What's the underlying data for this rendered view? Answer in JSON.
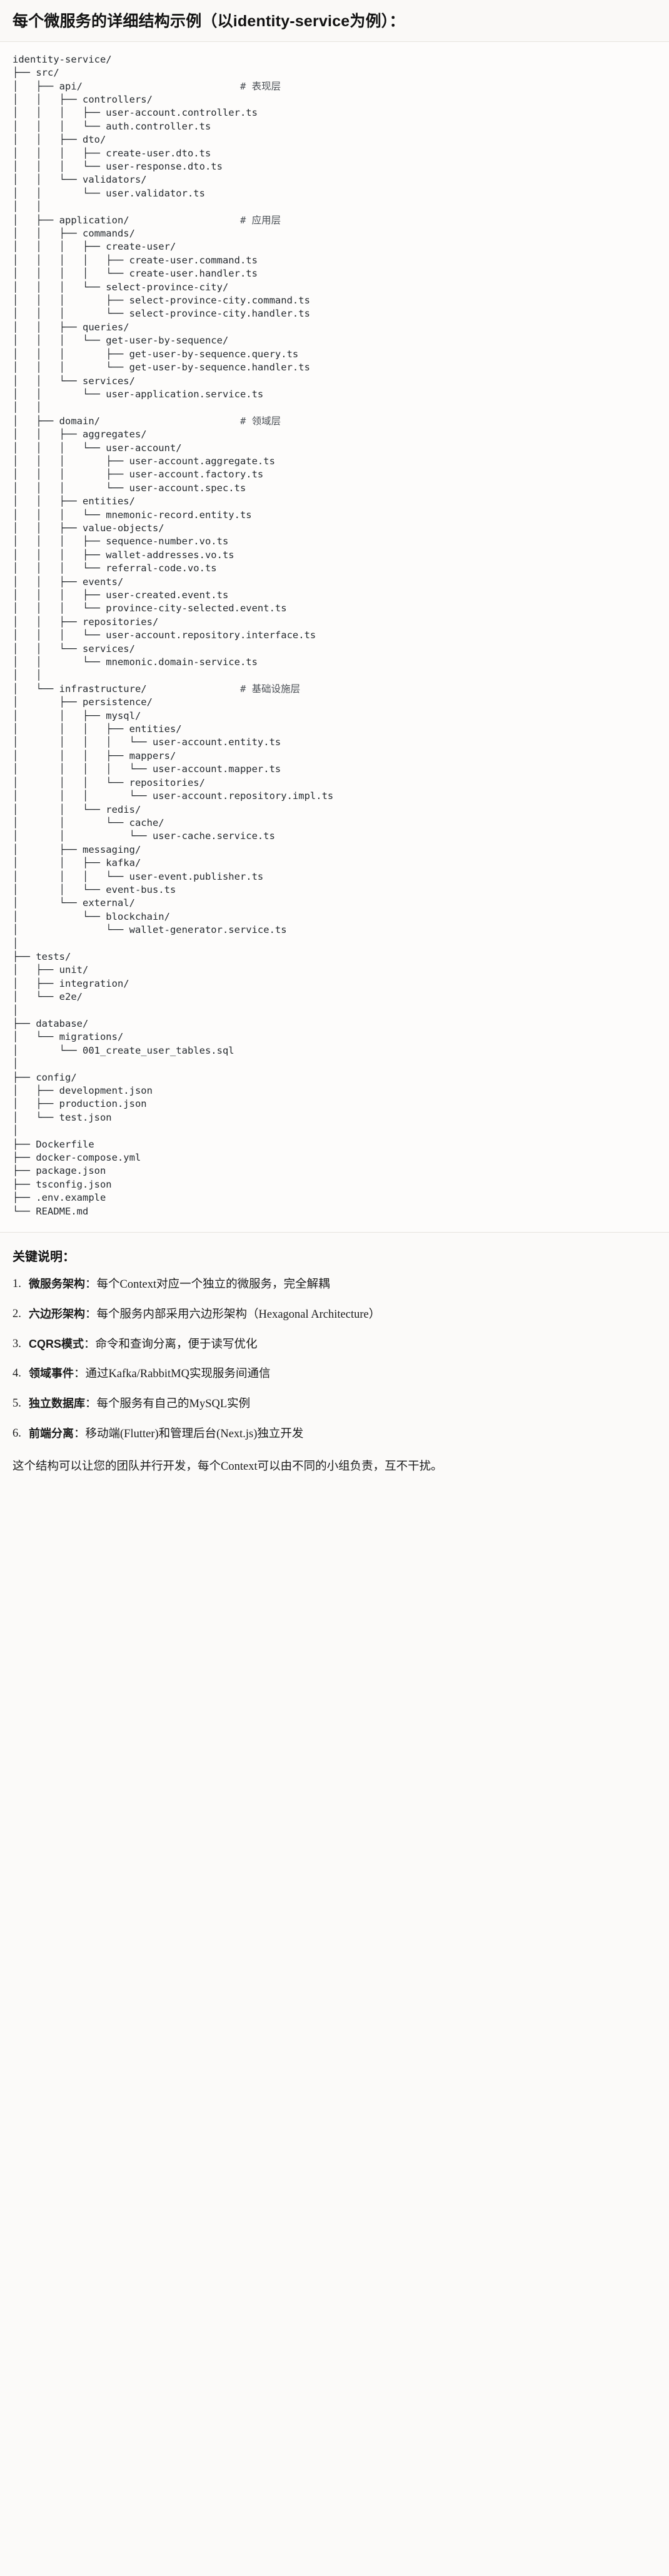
{
  "heading": "每个微服务的详细结构示例（以identity-service为例）：",
  "tree": {
    "root": "identity-service/",
    "lines": [
      "identity-service/",
      "├── src/",
      "│   ├── api/                           # 表现层",
      "│   │   ├── controllers/",
      "│   │   │   ├── user-account.controller.ts",
      "│   │   │   └── auth.controller.ts",
      "│   │   ├── dto/",
      "│   │   │   ├── create-user.dto.ts",
      "│   │   │   └── user-response.dto.ts",
      "│   │   └── validators/",
      "│   │       └── user.validator.ts",
      "│   │",
      "│   ├── application/                   # 应用层",
      "│   │   ├── commands/",
      "│   │   │   ├── create-user/",
      "│   │   │   │   ├── create-user.command.ts",
      "│   │   │   │   └── create-user.handler.ts",
      "│   │   │   └── select-province-city/",
      "│   │   │       ├── select-province-city.command.ts",
      "│   │   │       └── select-province-city.handler.ts",
      "│   │   ├── queries/",
      "│   │   │   └── get-user-by-sequence/",
      "│   │   │       ├── get-user-by-sequence.query.ts",
      "│   │   │       └── get-user-by-sequence.handler.ts",
      "│   │   └── services/",
      "│   │       └── user-application.service.ts",
      "│   │",
      "│   ├── domain/                        # 领域层",
      "│   │   ├── aggregates/",
      "│   │   │   └── user-account/",
      "│   │   │       ├── user-account.aggregate.ts",
      "│   │   │       ├── user-account.factory.ts",
      "│   │   │       └── user-account.spec.ts",
      "│   │   ├── entities/",
      "│   │   │   └── mnemonic-record.entity.ts",
      "│   │   ├── value-objects/",
      "│   │   │   ├── sequence-number.vo.ts",
      "│   │   │   ├── wallet-addresses.vo.ts",
      "│   │   │   └── referral-code.vo.ts",
      "│   │   ├── events/",
      "│   │   │   ├── user-created.event.ts",
      "│   │   │   └── province-city-selected.event.ts",
      "│   │   ├── repositories/",
      "│   │   │   └── user-account.repository.interface.ts",
      "│   │   └── services/",
      "│   │       └── mnemonic.domain-service.ts",
      "│   │",
      "│   └── infrastructure/                # 基础设施层",
      "│       ├── persistence/",
      "│       │   ├── mysql/",
      "│       │   │   ├── entities/",
      "│       │   │   │   └── user-account.entity.ts",
      "│       │   │   ├── mappers/",
      "│       │   │   │   └── user-account.mapper.ts",
      "│       │   │   └── repositories/",
      "│       │   │       └── user-account.repository.impl.ts",
      "│       │   └── redis/",
      "│       │       └── cache/",
      "│       │           └── user-cache.service.ts",
      "│       ├── messaging/",
      "│       │   ├── kafka/",
      "│       │   │   └── user-event.publisher.ts",
      "│       │   └── event-bus.ts",
      "│       └── external/",
      "│           └── blockchain/",
      "│               └── wallet-generator.service.ts",
      "│",
      "├── tests/",
      "│   ├── unit/",
      "│   ├── integration/",
      "│   └── e2e/",
      "│",
      "├── database/",
      "│   └── migrations/",
      "│       └── 001_create_user_tables.sql",
      "│",
      "├── config/",
      "│   ├── development.json",
      "│   ├── production.json",
      "│   └── test.json",
      "│",
      "├── Dockerfile",
      "├── docker-compose.yml",
      "├── package.json",
      "├── tsconfig.json",
      "├── .env.example",
      "└── README.md"
    ],
    "comments": [
      {
        "layer": "api",
        "text": "# 表现层"
      },
      {
        "layer": "application",
        "text": "# 应用层"
      },
      {
        "layer": "domain",
        "text": "# 领域层"
      },
      {
        "layer": "infrastructure",
        "text": "# 基础设施层"
      }
    ]
  },
  "notes": {
    "title": "关键说明：",
    "items": [
      {
        "term": "微服务架构",
        "sep": "：",
        "desc": "每个Context对应一个独立的微服务，完全解耦"
      },
      {
        "term": "六边形架构",
        "sep": "：",
        "desc": "每个服务内部采用六边形架构（Hexagonal Architecture）"
      },
      {
        "term": "CQRS模式",
        "sep": "：",
        "desc": "命令和查询分离，便于读写优化"
      },
      {
        "term": "领域事件",
        "sep": "：",
        "desc": "通过Kafka/RabbitMQ实现服务间通信"
      },
      {
        "term": "独立数据库",
        "sep": "：",
        "desc": "每个服务有自己的MySQL实例"
      },
      {
        "term": "前端分离",
        "sep": "：",
        "desc": "移动端(Flutter)和管理后台(Next.js)独立开发"
      }
    ],
    "closing": "这个结构可以让您的团队并行开发，每个Context可以由不同的小组负责，互不干扰。"
  }
}
